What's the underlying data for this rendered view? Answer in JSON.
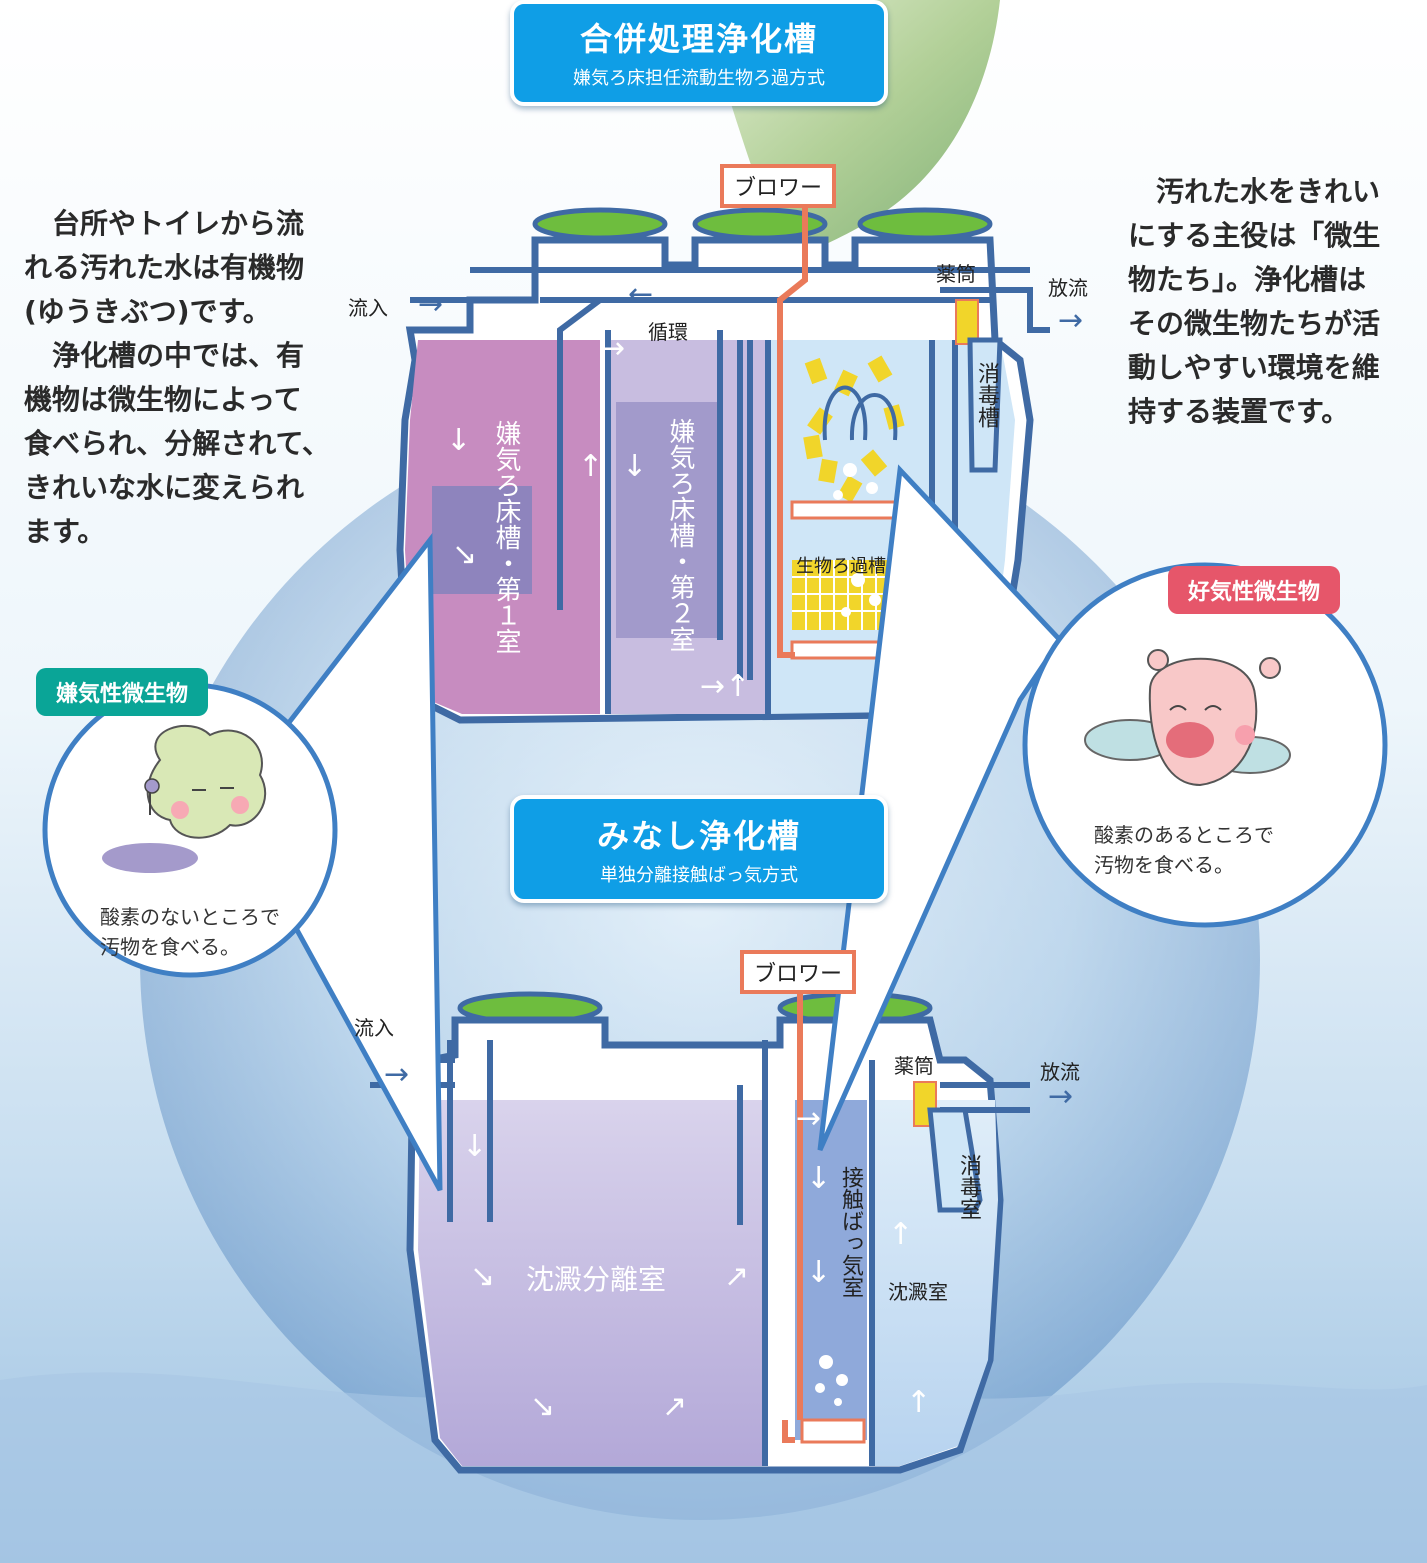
{
  "colors": {
    "title_bg": "#0f9ee6",
    "anaerobic_badge": "#0aa597",
    "aerobic_badge": "#e6566a",
    "tank_outline": "#3f6aa4",
    "pipe": "#ea7a5a",
    "lid": "#6ebd3e",
    "media": "#f1d52a"
  },
  "top": {
    "title": "合併処理浄化槽",
    "subtitle": "嫌気ろ床担任流動生物ろ過方式",
    "blower": "ブロワー",
    "inflow": "流入",
    "outflow": "放流",
    "circulation": "循環",
    "chem_tube": "薬筒",
    "chamber1": "嫌気ろ床槽・第１室",
    "chamber2": "嫌気ろ床槽・第２室",
    "filter": "生物ろ過槽",
    "disinfect": "消毒槽"
  },
  "bottom": {
    "title": "みなし浄化槽",
    "subtitle": "単独分離接触ばっ気方式",
    "blower": "ブロワー",
    "inflow": "流入",
    "outflow": "放流",
    "chem_tube": "薬筒",
    "sediment_sep": "沈澱分離室",
    "contact_aeration": "接触ばっ気室",
    "settling": "沈澱室",
    "disinfect": "消毒室"
  },
  "left_text": "　台所やトイレから流\nれる汚れた水は有機物\n(ゆうきぶつ)です。\n　浄化槽の中では、有\n機物は微生物によって\n食べられ、分解されて、\nきれいな水に変えられ\nます。",
  "right_text": "　汚れた水をきれい\nにする主役は「微生\n物たち」。浄化槽は\nその微生物たちが活\n動しやすい環境を維\n持する装置です。",
  "anaerobic": {
    "badge": "嫌気性微生物",
    "desc": "酸素のないところで\n汚物を食べる。"
  },
  "aerobic": {
    "badge": "好気性微生物",
    "desc": "酸素のあるところで\n汚物を食べる。"
  }
}
